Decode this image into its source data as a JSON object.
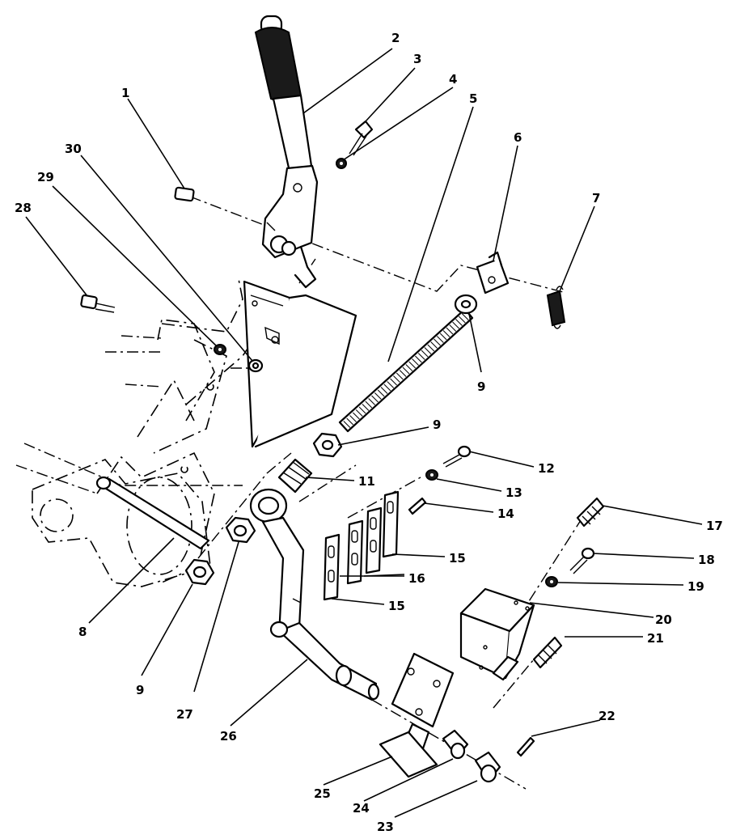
{
  "callouts": [
    "1",
    "2",
    "3",
    "4",
    "5",
    "6",
    "7",
    "9",
    "9",
    "9",
    "11",
    "12",
    "13",
    "14",
    "15",
    "15",
    "16",
    "17",
    "18",
    "19",
    "20",
    "21",
    "22",
    "23",
    "24",
    "25",
    "26",
    "27",
    "8",
    "28",
    "29",
    "30"
  ]
}
